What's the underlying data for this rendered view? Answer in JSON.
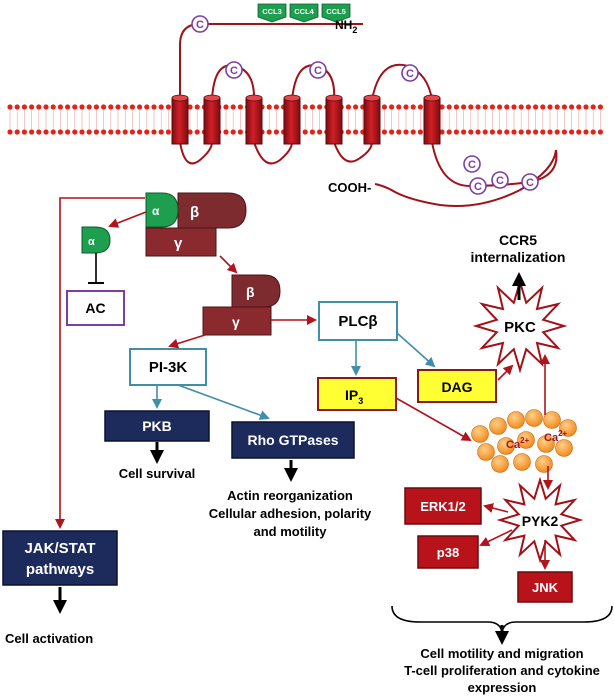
{
  "ligands": [
    "CCL3",
    "CCL4",
    "CCL5"
  ],
  "n_terminus": "NH",
  "n_terminus_sub": "2",
  "c_terminus": "COOH-",
  "cys": "C",
  "g_alpha": "α",
  "g_beta": "β",
  "g_gamma": "γ",
  "ac": "AC",
  "plc": "PLCβ",
  "pi3k": "PI-3K",
  "pkb": "PKB",
  "rho": "Rho GTPases",
  "ip3": "IP",
  "ip3_sub": "3",
  "dag": "DAG",
  "pkc": "PKC",
  "ccr5": [
    "CCR5",
    "internalization"
  ],
  "calcium": "Ca",
  "calcium_sup": "2+",
  "pyk2": "PYK2",
  "erk": "ERK1/2",
  "p38": "p38",
  "jnk": "JNK",
  "jak": [
    "JAK/STAT",
    "pathways"
  ],
  "cell_survival": "Cell survival",
  "actin": [
    "Actin reorganization",
    "Cellular adhesion, polarity",
    "and motility"
  ],
  "cell_activation": "Cell activation",
  "bottom": [
    "Cell motility and migration",
    "T-cell proliferation and cytokine",
    "expression"
  ],
  "colors": {
    "membrane": "#e2231a",
    "helix": "#b8121b",
    "dark_red": "#a01218",
    "beta_brown": "#7d2b2f",
    "alpha_green": "#1e9e4f",
    "navy": "#1d2a5c",
    "ip_yellow": "#ffff33",
    "teal_arrow": "#3f8fa8",
    "red_arrow": "#b0141c",
    "purple": "#7b3fa0",
    "calcium_orange": "#f7a23a"
  }
}
